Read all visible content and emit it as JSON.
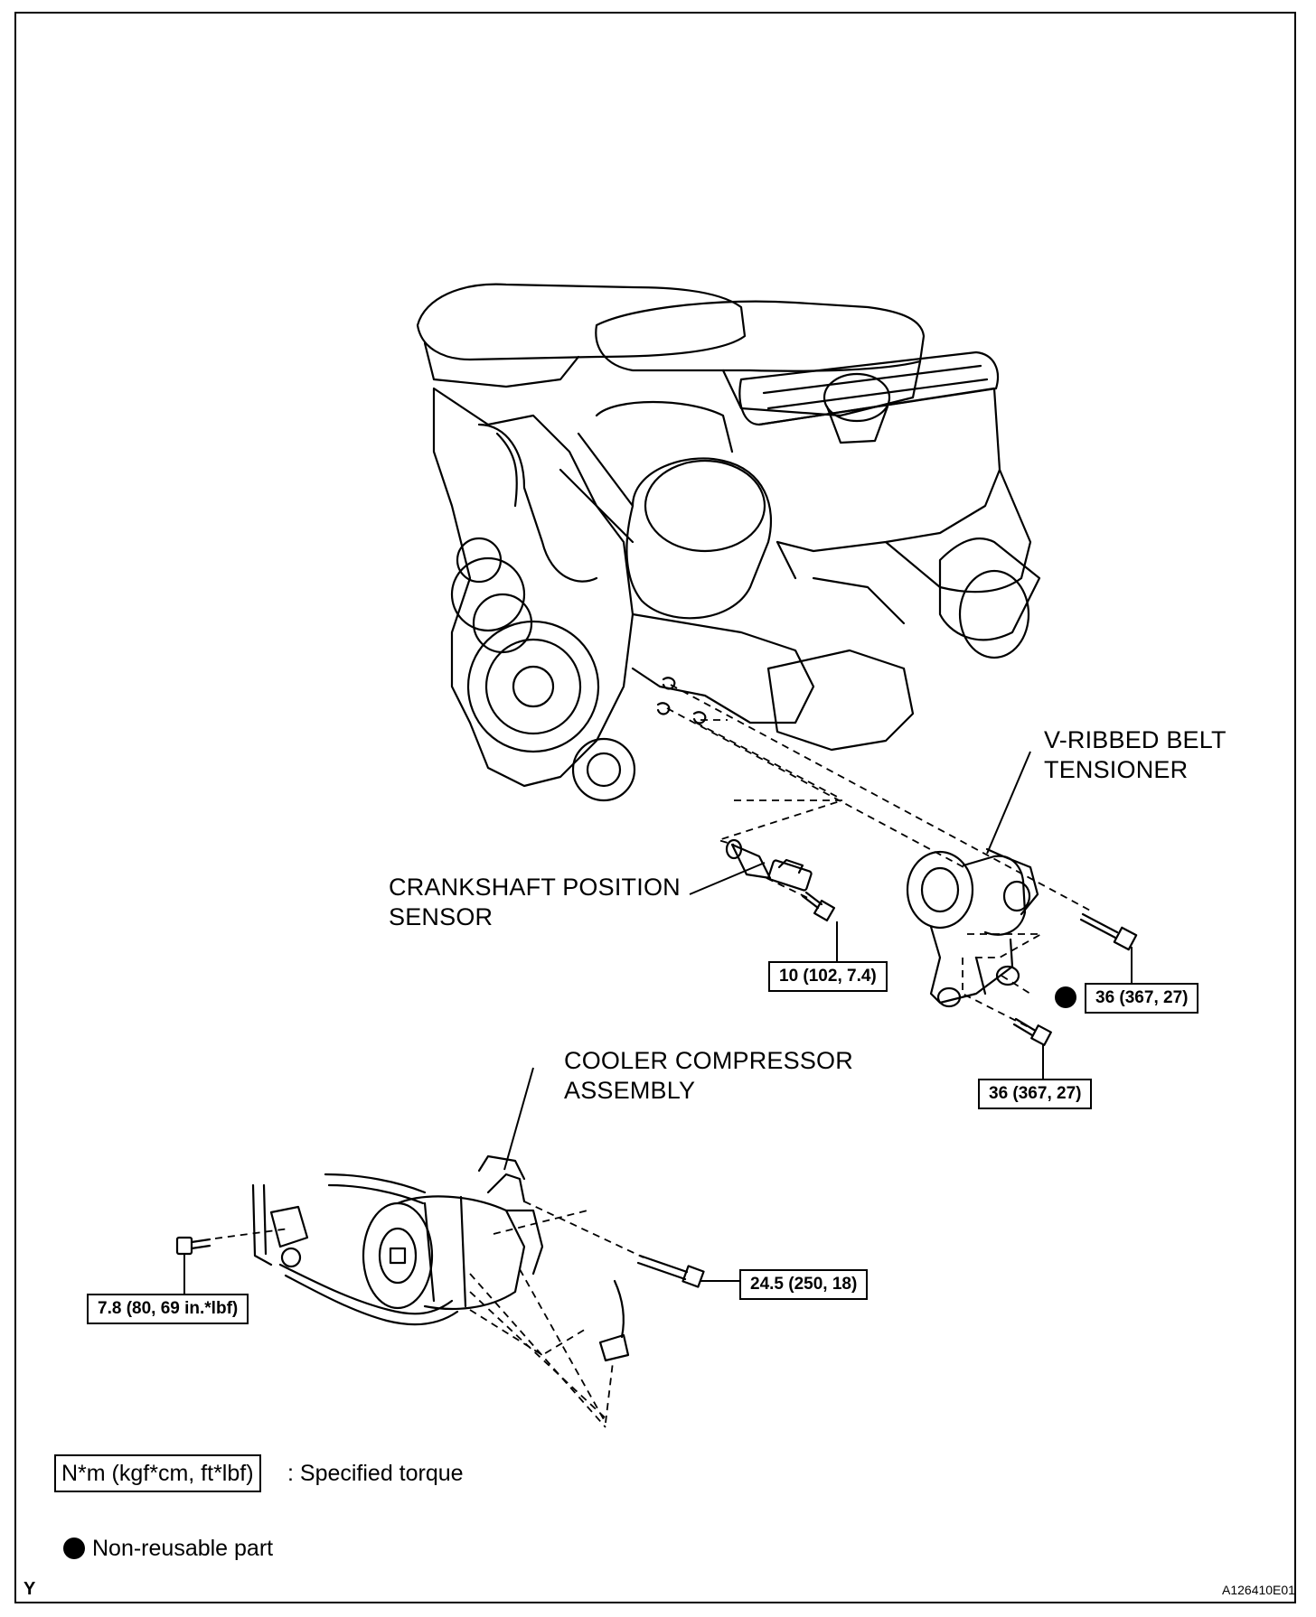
{
  "labels": {
    "tensioner": "V-RIBBED BELT\nTENSIONER",
    "crank_sensor": "CRANKSHAFT POSITION\nSENSOR",
    "compressor": "COOLER COMPRESSOR\nASSEMBLY"
  },
  "torques": {
    "crank_bolt": "10 (102, 7.4)",
    "tensioner_upper_bolt": "36 (367, 27)",
    "tensioner_lower_bolt": "36 (367, 27)",
    "compressor_bolt": "24.5 (250, 18)",
    "bracket_bolt": "7.8 (80, 69 in.*lbf)"
  },
  "legend": {
    "torque_unit": "N*m (kgf*cm, ft*lbf)",
    "torque_desc": ": Specified torque",
    "nonreusable_desc": "Non-reusable part"
  },
  "footer": {
    "left_letter": "Y",
    "figure_code": "A126410E01"
  },
  "colors": {
    "line": "#000000",
    "background": "#ffffff"
  }
}
